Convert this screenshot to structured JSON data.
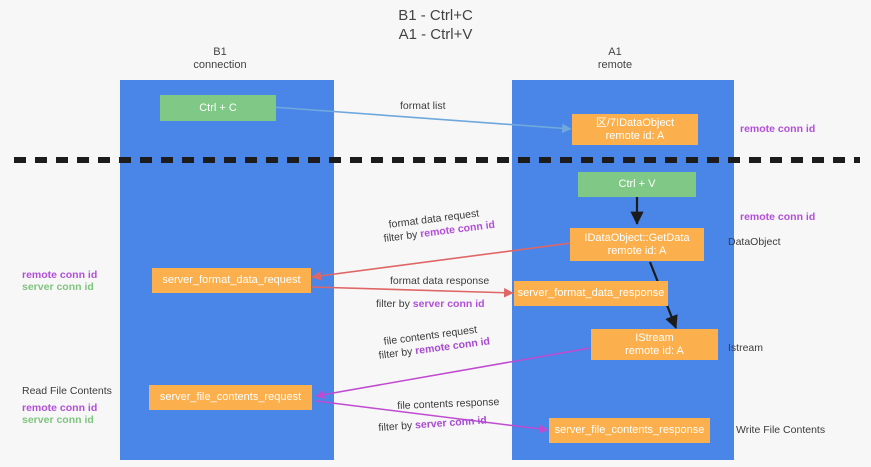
{
  "title": "B1 - Ctrl+C\nA1 - Ctrl+V",
  "columns": {
    "left": "B1\nconnection",
    "right": "A1\nremote"
  },
  "colors": {
    "lane": "#4a86e8",
    "green_node": "#80c886",
    "orange_node": "#fbb04d",
    "purple_text": "#b14fd8",
    "green_text": "#7fc47f",
    "blue_arrow": "#6fa8dc",
    "red_arrow": "#e06666",
    "magenta_arrow": "#c04ad0",
    "black_arrow": "#1c1c1c",
    "background": "#f7f7f7",
    "divider": "#1c1c1c"
  },
  "nodes": {
    "ctrl_c": {
      "line1": "Ctrl + C"
    },
    "data_object_remote": {
      "line1": "区/7IDataObject",
      "line2": "remote id: A"
    },
    "ctrl_v": {
      "line1": "Ctrl + V"
    },
    "get_data": {
      "line1": "IDataObject::GetData",
      "line2": "remote id: A"
    },
    "server_format_data_request": {
      "line1": "server_format_data_request"
    },
    "server_format_data_response": {
      "line1": "server_format_data_response"
    },
    "istream": {
      "line1": "IStream",
      "line2": "remote id: A"
    },
    "server_file_contents_request": {
      "line1": "server_file_contents_request"
    },
    "server_file_contents_response": {
      "line1": "server_file_contents_response"
    }
  },
  "edge_labels": {
    "format_list": "format list",
    "format_data_request": "format data request",
    "format_data_request_filter_prefix": "filter by ",
    "format_data_request_filter_key": "remote conn id",
    "format_data_response": "format data response",
    "format_data_response_filter_prefix": "filter by ",
    "format_data_response_filter_key": "server conn id",
    "file_contents_request": "file contents request",
    "file_contents_request_filter_prefix": "filter by ",
    "file_contents_request_filter_key": "remote conn id",
    "file_contents_response": "file contents response",
    "file_contents_response_filter_prefix": "filter by ",
    "file_contents_response_filter_key": "server conn id"
  },
  "annotations": {
    "right_top_remote_conn_id": "remote conn id",
    "right_mid_remote_conn_id": "remote conn id",
    "right_data_object": "DataObject",
    "right_istream": "Istream",
    "right_write_file_contents": "Write File Contents",
    "left_remote_conn_id": "remote conn id",
    "left_server_conn_id": "server conn id",
    "left_read_file_contents": "Read File Contents",
    "left_bottom_remote_conn_id": "remote conn id",
    "left_bottom_server_conn_id": "server conn id"
  }
}
